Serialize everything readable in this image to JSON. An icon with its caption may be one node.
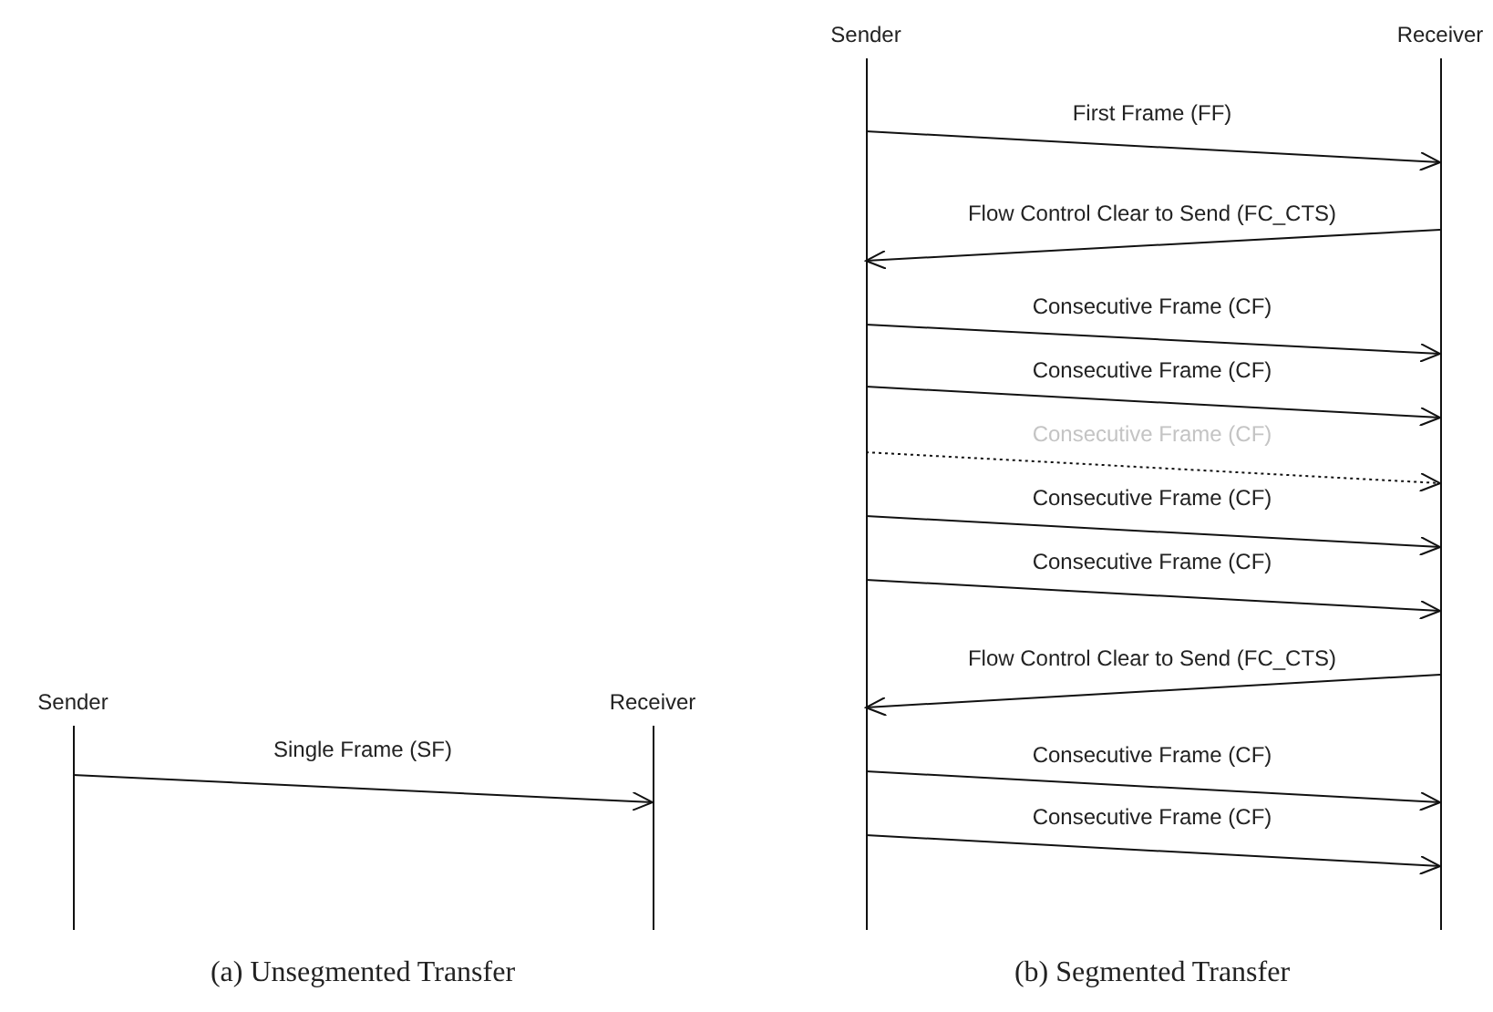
{
  "diagram": {
    "nodes": [
      {
        "text": [
          "Sender"
        ]
      },
      {
        "text": [
          "Receiver"
        ]
      },
      {
        "text": [
          "Sender"
        ]
      },
      {
        "text": [
          "Receiver"
        ]
      }
    ],
    "edges": [
      {
        "from": 0,
        "to": 1,
        "arrow": "to",
        "label": "Single Frame (SF)"
      },
      {
        "from": 2,
        "to": 3,
        "arrow": "to",
        "label": "First Frame (FF)"
      },
      {
        "from": 3,
        "to": 2,
        "arrow": "to",
        "label": "Flow Control Clear to Send (FC_CTS)"
      },
      {
        "from": 2,
        "to": 3,
        "arrow": "to",
        "label": "Consecutive Frame (CF)"
      },
      {
        "from": 2,
        "to": 3,
        "arrow": "to",
        "label": "Consecutive Frame (CF)"
      },
      {
        "from": 2,
        "to": 3,
        "arrow": "to",
        "label": "Consecutive Frame (CF)",
        "style": "dashed"
      },
      {
        "from": 2,
        "to": 3,
        "arrow": "to",
        "label": "Consecutive Frame (CF)"
      },
      {
        "from": 2,
        "to": 3,
        "arrow": "to",
        "label": "Consecutive Frame (CF)"
      },
      {
        "from": 3,
        "to": 2,
        "arrow": "to",
        "label": "Flow Control Clear to Send (FC_CTS)"
      },
      {
        "from": 2,
        "to": 3,
        "arrow": "to",
        "label": "Consecutive Frame (CF)"
      },
      {
        "from": 2,
        "to": 3,
        "arrow": "to",
        "label": "Consecutive Frame (CF)"
      }
    ],
    "labels": [
      "(a) Unsegmented Transfer",
      "(b) Segmented Transfer"
    ]
  }
}
